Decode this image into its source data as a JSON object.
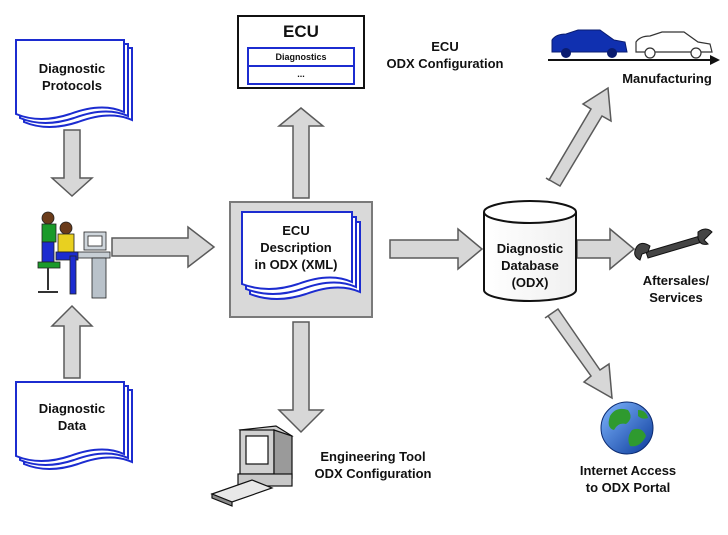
{
  "nodes": {
    "protocols": {
      "line1": "Diagnostic",
      "line2": "Protocols"
    },
    "data": {
      "line1": "Diagnostic",
      "line2": "Data"
    },
    "ecu_box": {
      "title": "ECU",
      "row1": "Diagnostics",
      "row2": "..."
    },
    "ecu_config": {
      "line1": "ECU",
      "line2": "ODX Configuration"
    },
    "ecu_description": {
      "line1": "ECU",
      "line2": "Description",
      "line3": "in ODX (XML)"
    },
    "database": {
      "line1": "Diagnostic",
      "line2": "Database",
      "line3": "(ODX)"
    },
    "manufacturing": {
      "label": "Manufacturing"
    },
    "aftersales": {
      "line1": "Aftersales/",
      "line2": "Services"
    },
    "internet": {
      "line1": "Internet Access",
      "line2": "to ODX Portal"
    },
    "engineering": {
      "line1": "Engineering Tool",
      "line2": "ODX Configuration"
    }
  },
  "colors": {
    "doc_border": "#1c2cd0",
    "arrow_fill": "#d7d7d7",
    "arrow_stroke": "#5a5a5a",
    "car_blue": "#1030b0",
    "center_bg": "#d9d9d9"
  }
}
